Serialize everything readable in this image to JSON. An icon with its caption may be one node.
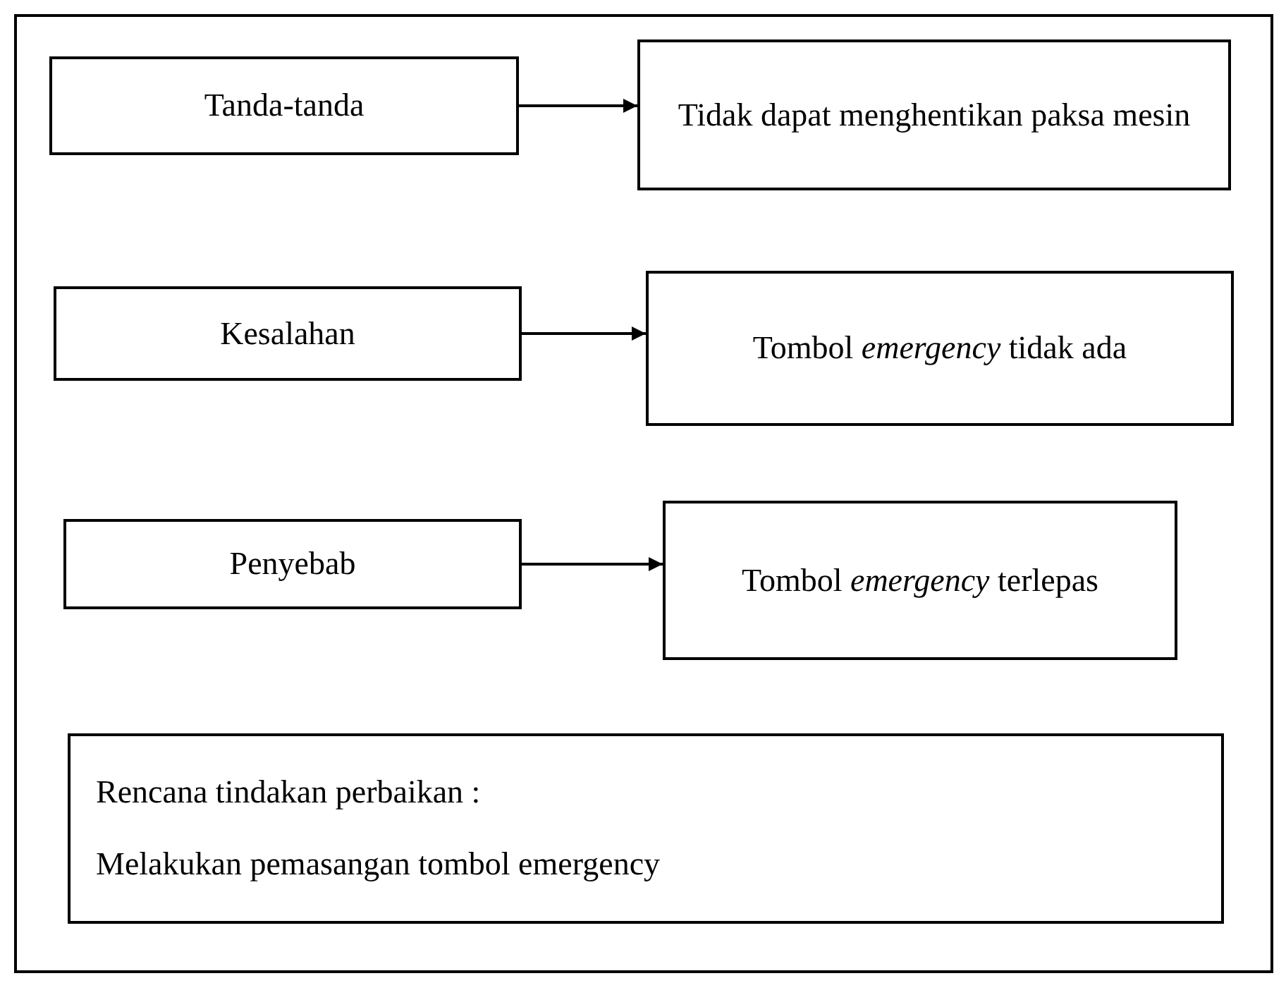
{
  "diagram": {
    "nodes": [
      {
        "text": [
          "Tanda-tanda"
        ]
      },
      {
        "text": [
          "Tidak dapat menghentikan paksa mesin"
        ]
      },
      {
        "text": [
          "Kesalahan"
        ]
      },
      {
        "text": [
          "Tombol *emergency* tidak ada"
        ]
      },
      {
        "text": [
          "Penyebab"
        ]
      },
      {
        "text": [
          "Tombol *emergency* terlepas"
        ]
      },
      {
        "text": [
          "Rencana tindakan perbaikan :",
          "Melakukan pemasangan tombol emergency"
        ]
      }
    ],
    "edges": [
      {
        "from": 0,
        "to": 1,
        "arrow": "to"
      },
      {
        "from": 2,
        "to": 3,
        "arrow": "to"
      },
      {
        "from": 4,
        "to": 5,
        "arrow": "to"
      }
    ]
  }
}
